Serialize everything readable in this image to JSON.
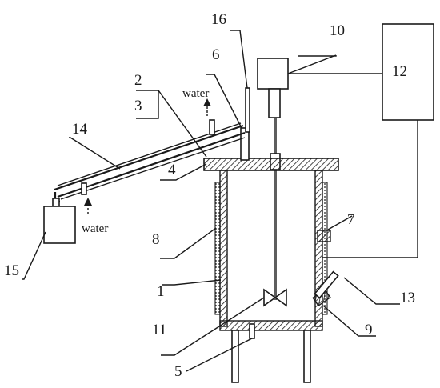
{
  "labels": {
    "l1": "1",
    "l2": "2",
    "l3": "3",
    "l4": "4",
    "l5": "5",
    "l6": "6",
    "l7": "7",
    "l8": "8",
    "l9": "9",
    "l10": "10",
    "l11": "11",
    "l12": "12",
    "l13": "13",
    "l14": "14",
    "l15": "15",
    "l16": "16"
  },
  "water_labels": {
    "top": "water",
    "bottom": "water"
  },
  "colors": {
    "line": "#1a1a1a",
    "hatch": "#1a1a1a",
    "background": "#ffffff"
  }
}
